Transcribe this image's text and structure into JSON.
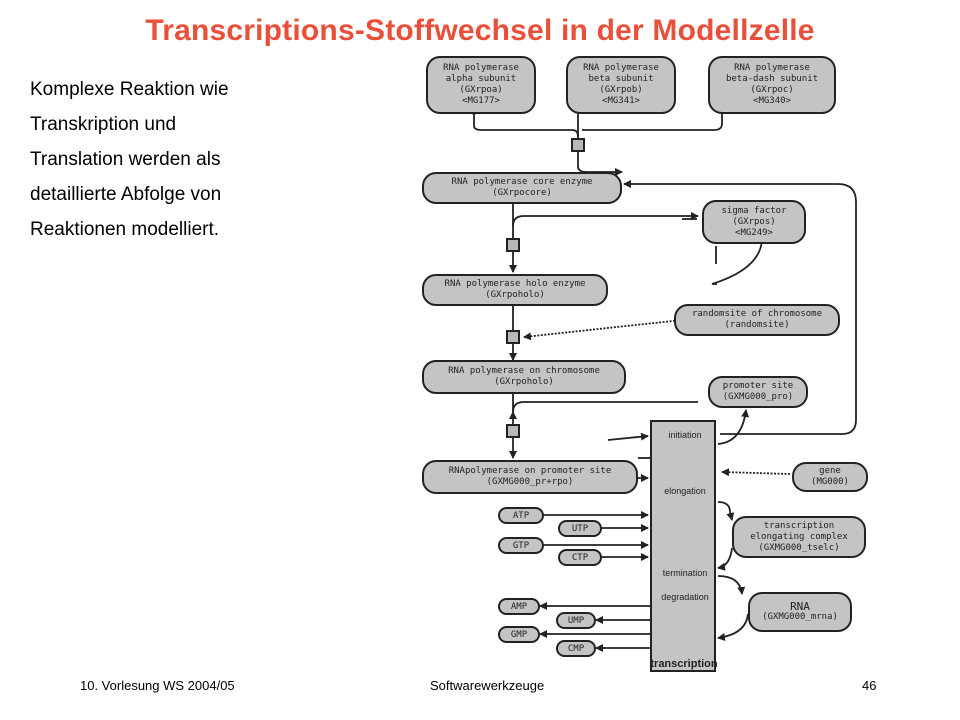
{
  "slide": {
    "title": "Transcriptions-Stoffwechsel in der Modellzelle",
    "bullet_lines": [
      "Komplexe Reaktion wie",
      "Transkription und",
      "Translation werden als",
      "detaillierte Abfolge von",
      "Reaktionen modelliert."
    ]
  },
  "diagram": {
    "alpha": [
      "RNA polymerase",
      "alpha subunit",
      "(GXrpoa)",
      "<MG177>"
    ],
    "beta": [
      "RNA polymerase",
      "beta subunit",
      "(GXrpob)",
      "<MG341>"
    ],
    "betadash": [
      "RNA polymerase",
      "beta-dash subunit",
      "(GXrpoc)",
      "<MG340>"
    ],
    "core": [
      "RNA polymerase core enzyme",
      "(GXrpocore)"
    ],
    "sigma": [
      "sigma factor",
      "(GXrpos)",
      "<MG249>"
    ],
    "holo": [
      "RNA polymerase holo enzyme",
      "(GXrpoholo)"
    ],
    "randomsite": [
      "randomsite of chromosome",
      "(randomsite)"
    ],
    "onchrom": [
      "RNA polymerase on chromosome",
      "(GXrpoholo)"
    ],
    "promoter": [
      "promoter site",
      "(GXMG000_pro)"
    ],
    "onpromoter": [
      "RNApolymerase on promoter site",
      "(GXMG000_pr+rpo)"
    ],
    "gene": [
      "gene",
      "(MG000)"
    ],
    "elongating": [
      "transcription",
      "elongating complex",
      "(GXMG000_tselc)"
    ],
    "rna": [
      "RNA",
      "(GXMG000_mrna)"
    ],
    "atp": "ATP",
    "gtp": "GTP",
    "utp": "UTP",
    "ctp": "CTP",
    "amp": "AMP",
    "gmp": "GMP",
    "ump": "UMP",
    "cmp": "CMP",
    "process_steps": [
      "initiation",
      "elongation",
      "termination",
      "degradation"
    ],
    "process_label": "transcription"
  },
  "footer": {
    "left": "10. Vorlesung WS 2004/05",
    "center": "Softwarewerkzeuge",
    "right": "46"
  },
  "colors": {
    "title": "#e8503a",
    "node_fill": "#c4c4c4",
    "stroke": "#222222"
  }
}
